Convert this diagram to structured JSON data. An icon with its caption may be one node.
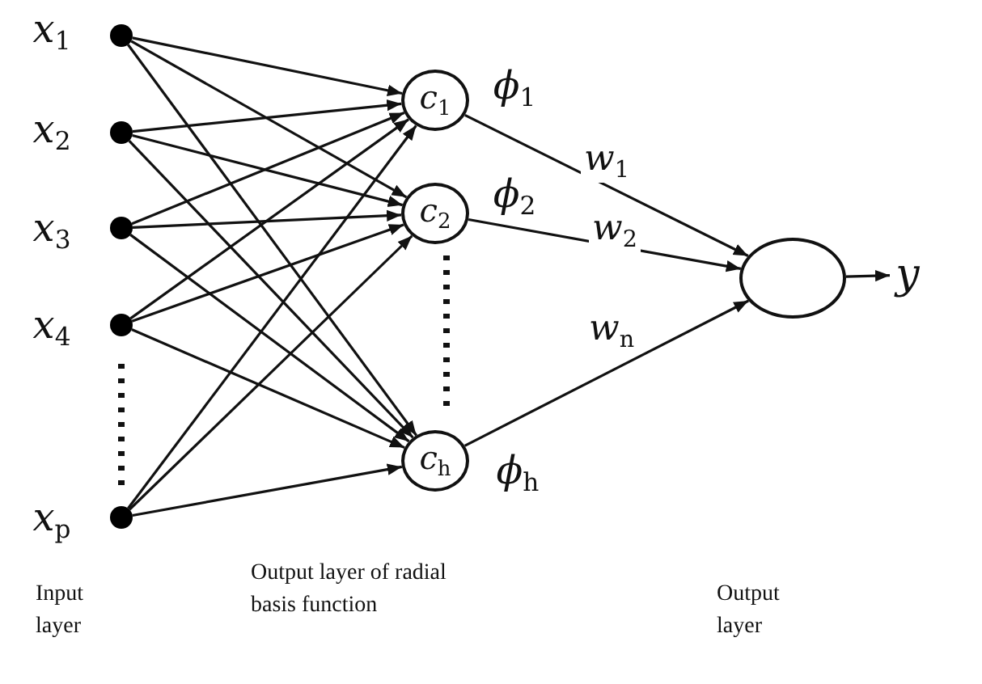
{
  "diagram": {
    "nodes": [
      {
        "text": [],
        "shape": "circle",
        "beside": [
          "x$_{1}$"
        ]
      },
      {
        "text": [],
        "shape": "circle",
        "beside": [
          "x$_{2}$"
        ]
      },
      {
        "text": [],
        "shape": "circle",
        "beside": [
          "x$_{3}$"
        ]
      },
      {
        "text": [],
        "shape": "circle",
        "beside": [
          "x$_{4}$"
        ]
      },
      {
        "text": [],
        "shape": "circle",
        "beside": [
          "x$_{p}$"
        ]
      },
      {
        "text": [
          "c$_{1}$"
        ],
        "beside": [
          "ϕ$_{1}$"
        ]
      },
      {
        "text": [
          "c$_{2}$"
        ],
        "beside": [
          "ϕ$_{2}$"
        ]
      },
      {
        "text": [
          "c$_{h}$"
        ],
        "beside": [
          "ϕ$_{h}$"
        ]
      },
      {
        "text": [],
        "shape": "circle"
      },
      {
        "text": [
          "y"
        ]
      }
    ],
    "edges": [
      {
        "from": 0,
        "to": 5,
        "arrow": "to"
      },
      {
        "from": 0,
        "to": 6,
        "arrow": "to"
      },
      {
        "from": 0,
        "to": 7,
        "arrow": "to"
      },
      {
        "from": 1,
        "to": 5,
        "arrow": "to"
      },
      {
        "from": 1,
        "to": 6,
        "arrow": "to"
      },
      {
        "from": 1,
        "to": 7,
        "arrow": "to"
      },
      {
        "from": 2,
        "to": 5,
        "arrow": "to"
      },
      {
        "from": 2,
        "to": 6,
        "arrow": "to"
      },
      {
        "from": 2,
        "to": 7,
        "arrow": "to"
      },
      {
        "from": 3,
        "to": 5,
        "arrow": "to"
      },
      {
        "from": 3,
        "to": 6,
        "arrow": "to"
      },
      {
        "from": 3,
        "to": 7,
        "arrow": "to"
      },
      {
        "from": 4,
        "to": 5,
        "arrow": "to"
      },
      {
        "from": 4,
        "to": 6,
        "arrow": "to"
      },
      {
        "from": 4,
        "to": 7,
        "arrow": "to"
      },
      {
        "from": 5,
        "to": 8,
        "arrow": "to",
        "label": "w$_{1}$"
      },
      {
        "from": 6,
        "to": 8,
        "arrow": "to",
        "label": "w$_{2}$"
      },
      {
        "from": 7,
        "to": 8,
        "arrow": "to",
        "label": "w$_{n}$"
      },
      {
        "from": 8,
        "to": 9,
        "arrow": "to"
      }
    ],
    "labels": [
      "Input layer",
      "Output layer of radial basis function",
      "Output layer"
    ]
  }
}
